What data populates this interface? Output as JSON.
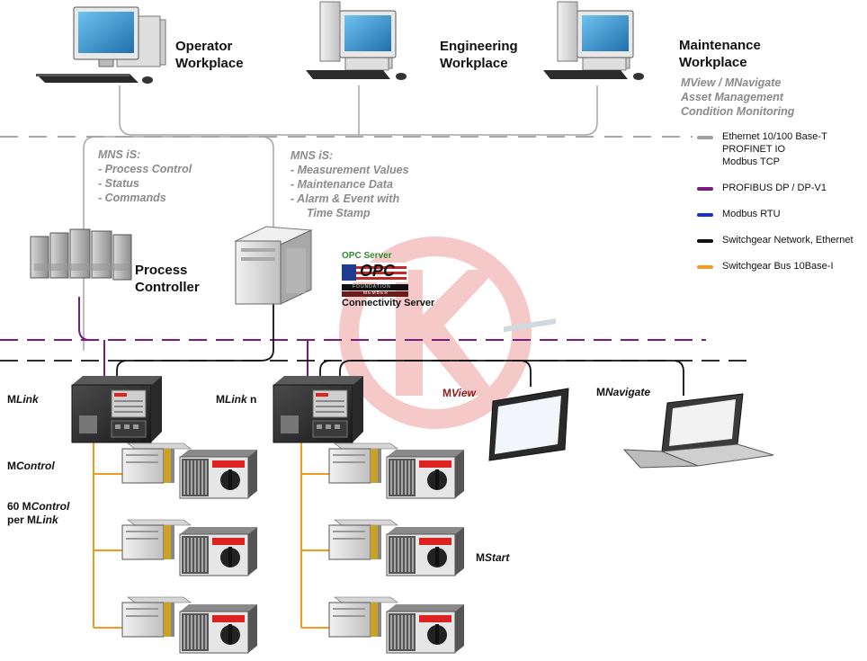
{
  "workplaces": {
    "operator": {
      "line1": "Operator",
      "line2": "Workplace"
    },
    "engineering": {
      "line1": "Engineering",
      "line2": "Workplace"
    },
    "maintenance": {
      "line1": "Maintenance",
      "line2": "Workplace"
    }
  },
  "maintenance_features": [
    "MView / MNavigate",
    "Asset Management",
    "Condition Monitoring"
  ],
  "mns_controller": {
    "title": "MNS iS:",
    "items": [
      "- Process Control",
      "- Status",
      "- Commands"
    ]
  },
  "mns_server": {
    "title": "MNS iS:",
    "items": [
      "- Measurement Values",
      "- Maintenance Data",
      "- Alarm & Event  with",
      "Time Stamp"
    ]
  },
  "process_controller": {
    "line1": "Process",
    "line2": "Controller"
  },
  "opc": {
    "top": "OPC Server",
    "logo": "OPC",
    "foundation": "FOUNDATION",
    "member": "MEMBER",
    "caption": "Connectivity Server"
  },
  "devices": {
    "mlink": {
      "prefix": "M",
      "suffix": "Link"
    },
    "mlink_n": {
      "prefix": "M",
      "suffix": "Link",
      "tail": " n"
    },
    "mview": {
      "prefix": "M",
      "suffix": "View"
    },
    "mnavigate": {
      "prefix": "M",
      "suffix": "Navigate"
    },
    "mcontrol": {
      "prefix": "M",
      "suffix": "Control"
    },
    "mcontrol_count": {
      "line1_pre": "60 M",
      "line1_it": "Control",
      "line2_pre": "per M",
      "line2_it": "Link"
    },
    "mstart": {
      "prefix": "M",
      "suffix": "Start"
    }
  },
  "legend": [
    {
      "text": "Ethernet 10/100 Base-T\nPROFINET IO\nModbus TCP",
      "color": "#9e9e9e"
    },
    {
      "text": "PROFIBUS DP / DP-V1",
      "color": "#7b1a80"
    },
    {
      "text": "Modbus RTU",
      "color": "#1c2fd6"
    },
    {
      "text": "Switchgear Network, Ethernet",
      "color": "#111111"
    },
    {
      "text": "Switchgear Bus 10Base-I",
      "color": "#f39a1e"
    }
  ],
  "colors": {
    "ethernet": "#9e9e9e",
    "profibus": "#7b1a80",
    "modbus_rtu": "#1c2fd6",
    "switchgear_net": "#111111",
    "switchgear_bus": "#f39a1e",
    "watermark": "#e04040"
  }
}
